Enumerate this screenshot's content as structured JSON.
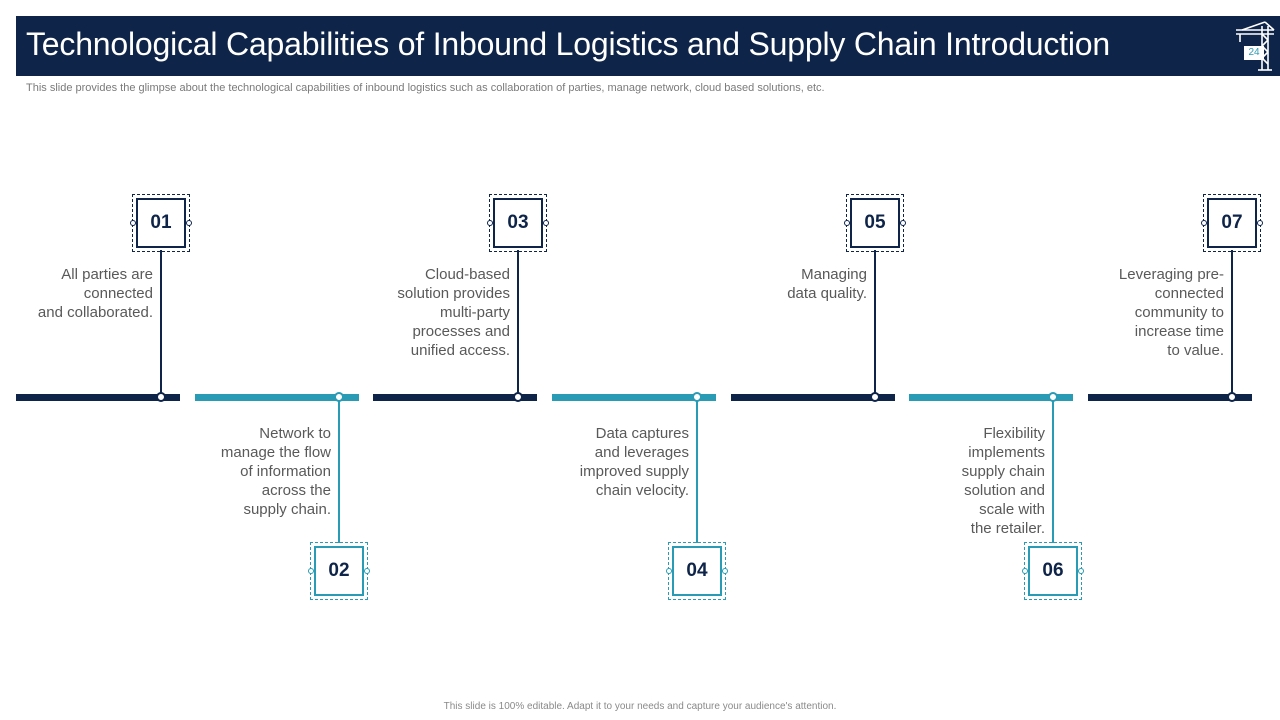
{
  "header": {
    "title": "Technological Capabilities of Inbound Logistics and Supply Chain Introduction",
    "page_number": "24",
    "icon": "crane-icon"
  },
  "subtitle": "This slide provides the glimpse about the technological capabilities of inbound logistics such as collaboration of parties, manage network, cloud based solutions, etc.",
  "footer": "This slide is 100% editable. Adapt it to your needs and capture your audience's attention.",
  "colors": {
    "navy": "#0f2449",
    "teal": "#2a9bb5",
    "text": "#595959"
  },
  "steps": [
    {
      "number": "01",
      "text": "All parties are\nconnected\nand collaborated."
    },
    {
      "number": "02",
      "text": "Network to\nmanage the flow\nof information\nacross the\nsupply chain."
    },
    {
      "number": "03",
      "text": "Cloud-based\nsolution provides\nmulti-party\nprocesses and\nunified access."
    },
    {
      "number": "04",
      "text": "Data captures\nand leverages\nimproved supply\nchain velocity."
    },
    {
      "number": "05",
      "text": "Managing\ndata quality."
    },
    {
      "number": "06",
      "text": "Flexibility\nimplements\nsupply chain\nsolution and\nscale with\nthe retailer."
    },
    {
      "number": "07",
      "text": "Leveraging pre-\nconnected\ncommunity to\nincrease time\nto value."
    }
  ]
}
